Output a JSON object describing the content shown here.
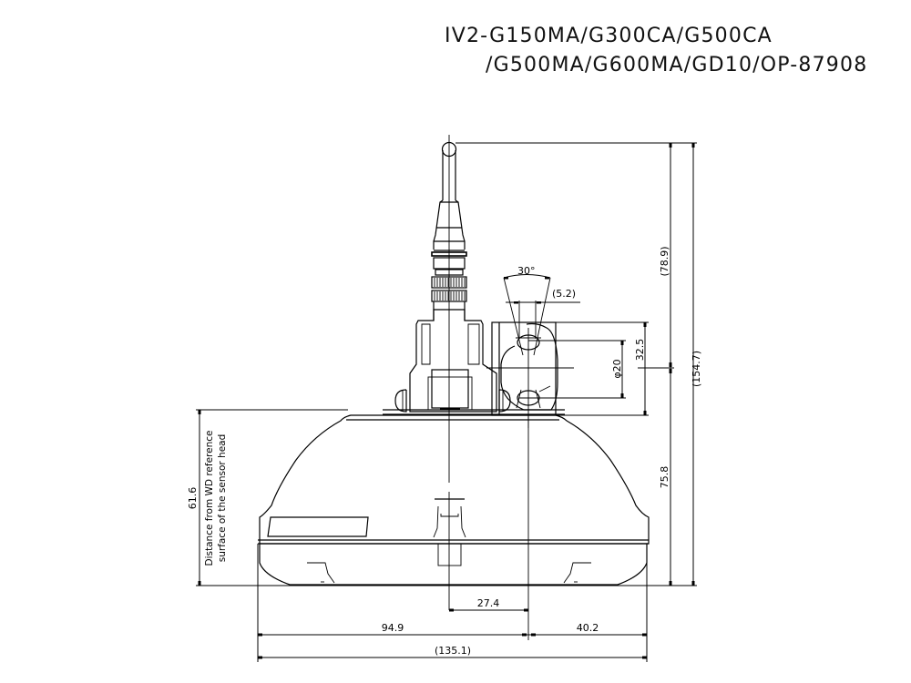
{
  "title": {
    "line1": "IV2-G150MA/G300CA/G500CA",
    "line2": "/G500MA/G600MA/GD10/OP-87908"
  },
  "dimensions": {
    "top_height_ref": "(78.9)",
    "total_height_ref": "(154.7)",
    "head_height": "75.8",
    "bracket_height": "32.5",
    "hole_pitch": "φ20",
    "angle": "30°",
    "slot_width_ref": "(5.2)",
    "wd_distance": "61.6",
    "center_offset": "27.4",
    "left_width": "94.9",
    "right_width": "40.2",
    "total_width_ref": "(135.1)"
  },
  "notes": {
    "wd_line1": "Distance from WD reference",
    "wd_line2": "surface of the sensor head"
  }
}
